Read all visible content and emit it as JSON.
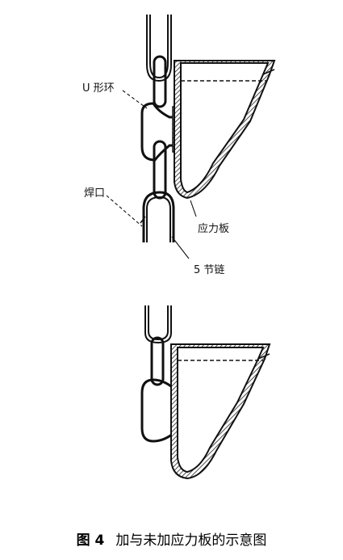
{
  "labels": {
    "u_ring": "U 形环",
    "weld": "焊口",
    "stress_plate": "应力板",
    "chain": "5 节链"
  },
  "caption": {
    "figure_no": "图 4",
    "title": "加与未加应力板的示意图"
  },
  "colors": {
    "line": "#111111",
    "hatch": "#222222",
    "background": "#ffffff"
  }
}
